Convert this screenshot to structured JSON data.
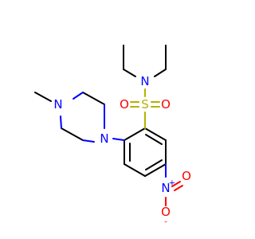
{
  "molecule": {
    "colors": {
      "carbon_bond": "#000000",
      "nitrogen": "#0000ff",
      "oxygen": "#ff0000",
      "sulfur": "#b2b200"
    },
    "atoms": {
      "n_sulfonamide": "N",
      "n_piperazine_methyl": "N",
      "n_piperazine_aryl": "N",
      "sulfur": "S",
      "o_sulfonyl_left": "O",
      "o_sulfonyl_right": "O",
      "n_nitro": "N",
      "n_nitro_charge": "+",
      "o_nitro_top": "O",
      "o_nitro_bottom": "O",
      "o_nitro_charge": "-"
    }
  }
}
